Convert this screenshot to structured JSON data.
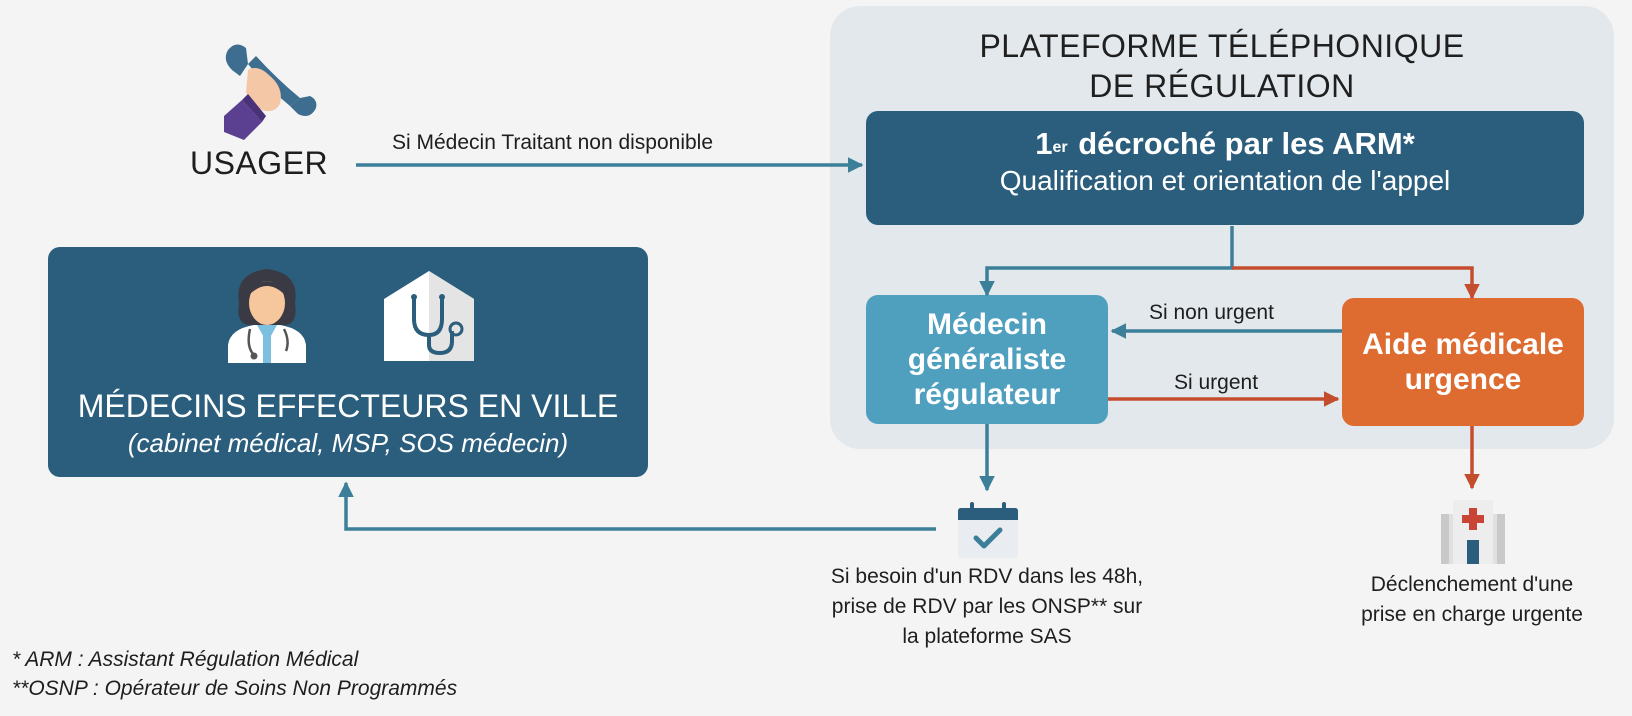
{
  "platform": {
    "title_line1": "PLATEFORME TÉLÉPHONIQUE",
    "title_line2": "DE RÉGULATION",
    "arm_box": {
      "title_number": "1",
      "title_sup": "er",
      "title_rest": "décroché par les ARM*",
      "subtitle": "Qualification et orientation de l'appel"
    },
    "mgr_box": {
      "line1": "Médecin",
      "line2": "généraliste",
      "line3": "régulateur"
    },
    "amu_box": {
      "line1": "Aide médicale",
      "line2": "urgence"
    }
  },
  "usager": {
    "label": "USAGER"
  },
  "arrows": {
    "usager_to_arm": "Si Médecin Traitant non disponible",
    "amu_to_mgr": "Si non urgent",
    "mgr_to_amu": "Si urgent"
  },
  "effecteurs": {
    "title": "MÉDECINS EFFECTEURS EN VILLE",
    "subtitle": "(cabinet médical, MSP, SOS médecin)"
  },
  "rdv": {
    "line1": "Si besoin d'un RDV dans les 48h,",
    "line2": "prise de RDV par les ONSP** sur",
    "line3": "la plateforme SAS"
  },
  "urgent_care": {
    "line1": "Déclenchement d'une",
    "line2": "prise en charge urgente"
  },
  "footnotes": {
    "note1": "* ARM : Assistant Régulation Médical",
    "note2": "**OSNP : Opérateur de Soins Non Programmés"
  },
  "colors": {
    "dark_blue": "#2a5e7c",
    "light_blue": "#4f9fbf",
    "orange": "#de6b2f",
    "teal_arrow": "#3b7f99",
    "red_arrow": "#c44d2e",
    "platform_bg": "#e3e8ec"
  },
  "icons": [
    "phone-hand-icon",
    "doctor-icon",
    "stethoscope-house-icon",
    "calendar-check-icon",
    "hospital-icon"
  ]
}
